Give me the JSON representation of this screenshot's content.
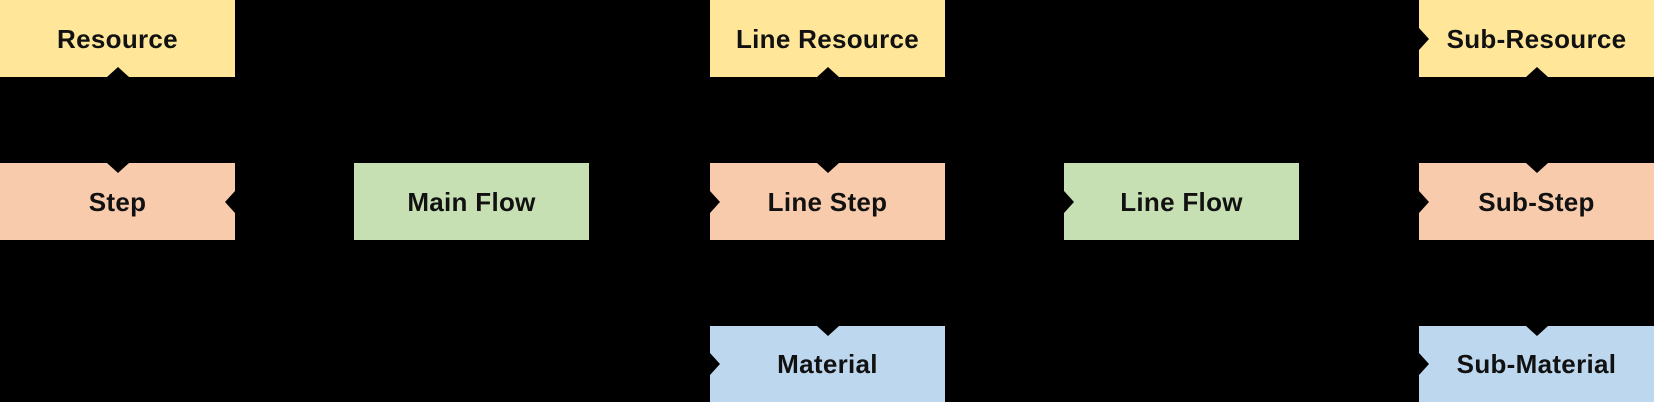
{
  "diagram": {
    "background": "#000000",
    "text_color": "#111111",
    "arrow_color": "#000000",
    "node_types": {
      "resource": {
        "color": "#FFE699"
      },
      "step": {
        "color": "#F8CBAD"
      },
      "flow": {
        "color": "#C6E0B4"
      },
      "material": {
        "color": "#BDD7EE"
      }
    },
    "nodes": [
      {
        "id": "resource",
        "label": "Resource",
        "type": "resource"
      },
      {
        "id": "step",
        "label": "Step",
        "type": "step"
      },
      {
        "id": "main-flow",
        "label": "Main Flow",
        "type": "flow"
      },
      {
        "id": "line-resource",
        "label": "Line Resource",
        "type": "resource"
      },
      {
        "id": "line-step",
        "label": "Line Step",
        "type": "step"
      },
      {
        "id": "line-flow",
        "label": "Line Flow",
        "type": "flow"
      },
      {
        "id": "sub-resource",
        "label": "Sub-Resource",
        "type": "resource"
      },
      {
        "id": "sub-step",
        "label": "Sub-Step",
        "type": "step"
      },
      {
        "id": "material",
        "label": "Material",
        "type": "material"
      },
      {
        "id": "sub-material",
        "label": "Sub-Material",
        "type": "material"
      }
    ],
    "arrowheads": [
      {
        "node": "resource",
        "side": "bottom",
        "pointing": "up"
      },
      {
        "node": "step",
        "side": "top",
        "pointing": "down"
      },
      {
        "node": "step",
        "side": "right",
        "pointing": "left"
      },
      {
        "node": "line-resource",
        "side": "bottom",
        "pointing": "up"
      },
      {
        "node": "line-step",
        "side": "top",
        "pointing": "down"
      },
      {
        "node": "line-step",
        "side": "left",
        "pointing": "right"
      },
      {
        "node": "line-flow",
        "side": "left",
        "pointing": "right"
      },
      {
        "node": "material",
        "side": "top",
        "pointing": "down"
      },
      {
        "node": "material",
        "side": "left",
        "pointing": "right"
      },
      {
        "node": "sub-resource",
        "side": "left",
        "pointing": "right"
      },
      {
        "node": "sub-resource",
        "side": "bottom",
        "pointing": "up"
      },
      {
        "node": "sub-step",
        "side": "top",
        "pointing": "down"
      },
      {
        "node": "sub-step",
        "side": "left",
        "pointing": "right"
      },
      {
        "node": "sub-material",
        "side": "top",
        "pointing": "down"
      },
      {
        "node": "sub-material",
        "side": "left",
        "pointing": "right"
      }
    ]
  }
}
